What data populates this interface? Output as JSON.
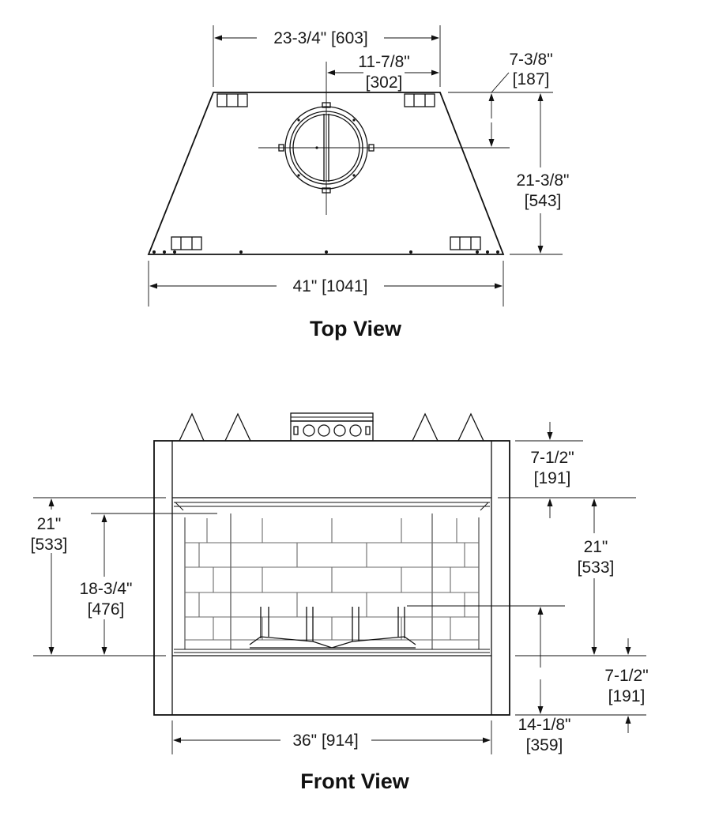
{
  "top_view": {
    "title": "Top View",
    "dim_width_top": "23-3/4\" [603]",
    "dim_half": "11-7/8\"",
    "dim_half_mm": "[302]",
    "dim_offset": "7-3/8\"",
    "dim_offset_mm": "[187]",
    "dim_depth": "21-3/8\"",
    "dim_depth_mm": "[543]",
    "dim_width_bottom": "41\" [1041]"
  },
  "front_view": {
    "title": "Front View",
    "dim_top_band": "7-1/2\"",
    "dim_top_band_mm": "[191]",
    "dim_opening_left": "21\"",
    "dim_opening_left_mm": "[533]",
    "dim_firebox_height": "18-3/4\"",
    "dim_firebox_height_mm": "[476]",
    "dim_opening_right": "21\"",
    "dim_opening_right_mm": "[533]",
    "dim_bottom_band": "7-1/2\"",
    "dim_bottom_band_mm": "[191]",
    "dim_gas_inlet": "14-1/8\"",
    "dim_gas_inlet_mm": "[359]",
    "dim_width": "36\" [914]"
  },
  "colors": {
    "line": "#111111",
    "brick": "#6a6a6a",
    "background": "#ffffff"
  }
}
